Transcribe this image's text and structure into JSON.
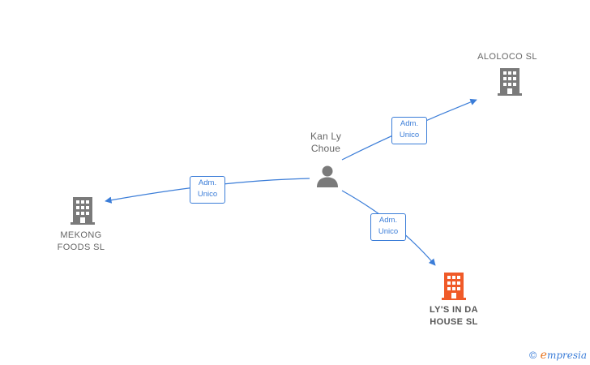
{
  "nodes": {
    "person": {
      "name": "Kan Ly\nChoue",
      "icon": "person-icon"
    },
    "aloloco": {
      "name": "ALOLOCO SL",
      "icon": "building-icon",
      "color": "#7a7a7a"
    },
    "mekong": {
      "name": "MEKONG\nFOODS SL",
      "icon": "building-icon",
      "color": "#7a7a7a"
    },
    "lys": {
      "name": "LY'S IN DA\nHOUSE SL",
      "icon": "building-icon",
      "color": "#f05a28"
    }
  },
  "edges": {
    "aloloco": {
      "label": "Adm.\nUnico"
    },
    "mekong": {
      "label": "Adm.\nUnico"
    },
    "lys": {
      "label": "Adm.\nUnico"
    }
  },
  "colors": {
    "edge": "#3b7dd8",
    "icon_gray": "#7a7a7a",
    "icon_highlight": "#f05a28"
  },
  "brand": {
    "copyright": "©",
    "initial": "e",
    "name": "mpresia"
  }
}
